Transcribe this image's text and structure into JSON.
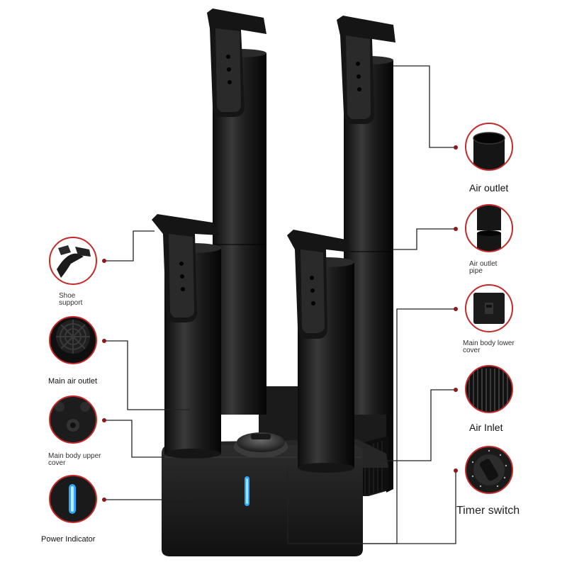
{
  "labels": {
    "air_outlet": "Air outlet",
    "air_outlet_pipe_line1": "Air outlet",
    "air_outlet_pipe_line2": "pipe",
    "shoe_support_line1": "Shoe",
    "shoe_support_line2": "support",
    "main_body_lower_line1": "Main body lower",
    "main_body_lower_line2": "cover",
    "main_air_outlet": "Main air outlet",
    "air_inlet": "Air Inlet",
    "main_body_upper_line1": "Main body upper",
    "main_body_upper_line2": "cover",
    "timer_switch": "Timer switch",
    "power_indicator": "Power Indicator"
  },
  "colors": {
    "product_body": "#1a1a1a",
    "callout_line": "#222222",
    "callout_dot": "#8b1a1a",
    "circle_border": "#c42a2a",
    "power_led": "#2aa8ff"
  }
}
